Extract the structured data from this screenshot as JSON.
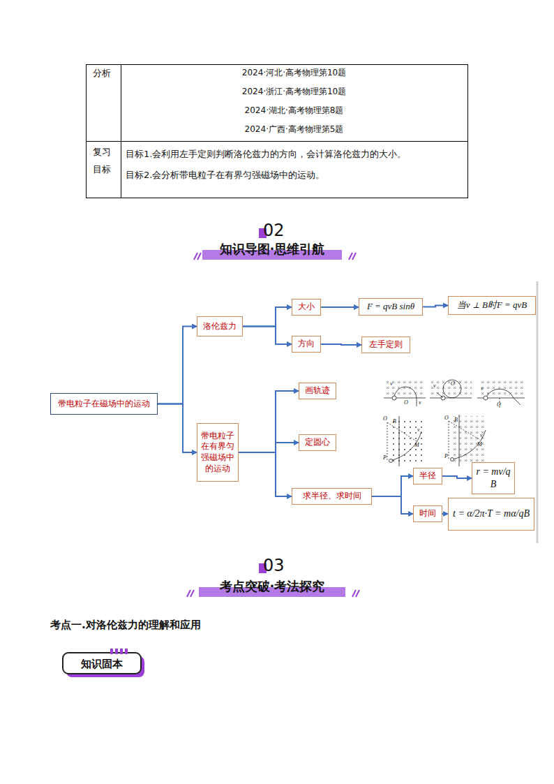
{
  "diagram": {
    "nodes": [
      {
        "text": [
          "带电粒子在磁场中的运动"
        ]
      },
      {
        "text": [
          "洛伦兹力"
        ]
      },
      {
        "text": [
          "大小"
        ]
      },
      {
        "text": [
          "F = qvB sinθ"
        ]
      },
      {
        "text": [
          "当v ⊥ B时F = qvB"
        ]
      },
      {
        "text": [
          "方向"
        ]
      },
      {
        "text": [
          "左手定则"
        ]
      },
      {
        "text": [
          "带电粒子在有界匀强磁场中的运动"
        ]
      },
      {
        "text": [
          "画轨迹"
        ]
      },
      {
        "text": [
          "定圆心"
        ]
      },
      {
        "text": [
          "求半径、求时间"
        ]
      },
      {
        "text": [
          "半径"
        ]
      },
      {
        "text": [
          "r = mv/qB"
        ]
      },
      {
        "text": [
          "时间"
        ]
      },
      {
        "text": [
          "t = α/2π·T = mα/qB"
        ]
      }
    ],
    "edges": [
      {
        "from": 0,
        "to": 1,
        "arrow": "to"
      },
      {
        "from": 0,
        "to": 7,
        "arrow": "to"
      },
      {
        "from": 1,
        "to": 2,
        "arrow": "to"
      },
      {
        "from": 1,
        "to": 5,
        "arrow": "to"
      },
      {
        "from": 2,
        "to": 3,
        "arrow": "to"
      },
      {
        "from": 3,
        "to": 4,
        "arrow": "to"
      },
      {
        "from": 5,
        "to": 6,
        "arrow": "to"
      },
      {
        "from": 7,
        "to": 8,
        "arrow": "to"
      },
      {
        "from": 7,
        "to": 9,
        "arrow": "to"
      },
      {
        "from": 7,
        "to": 10,
        "arrow": "to"
      },
      {
        "from": 10,
        "to": 11,
        "arrow": "to"
      },
      {
        "from": 10,
        "to": 13,
        "arrow": "to"
      },
      {
        "from": 11,
        "to": 12,
        "arrow": "to"
      },
      {
        "from": 13,
        "to": 14,
        "arrow": "to"
      }
    ],
    "labels": [
      "分析",
      "2024·河北·高考物理第10题",
      "2024·浙江·高考物理第10题",
      "2024·湖北·高考物理第8题",
      "2024·广西·高考物理第5题",
      "复习目标",
      "目标1.会利用左手定则判断洛伦兹力的方向，会计算洛伦兹力的大小。",
      "目标2.会分析带电粒子在有界匀强磁场中的运动。",
      "02",
      "知识导图·思维引航",
      "03",
      "考点突破·考法探究",
      "考点一.对洛伦兹力的理解和应用",
      "知识固本",
      "v",
      "O",
      "v",
      "v",
      "O",
      "v",
      "O",
      "O",
      "B",
      "v",
      "M",
      "P",
      "O",
      "B",
      "v",
      "M",
      "P"
    ]
  }
}
